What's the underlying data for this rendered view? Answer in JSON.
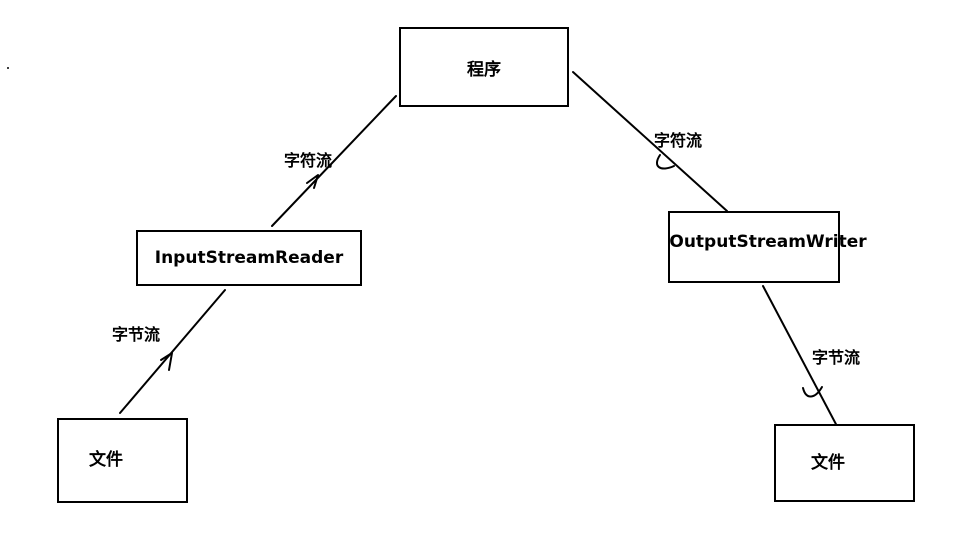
{
  "nodes": {
    "program": "程序",
    "reader": "InputStreamReader",
    "writer": "OutputStreamWriter",
    "file_left": "文件",
    "file_right": "文件"
  },
  "edges": {
    "left_lower": "字节流",
    "left_upper": "字符流",
    "right_upper": "字符流",
    "right_lower": "字节流"
  }
}
